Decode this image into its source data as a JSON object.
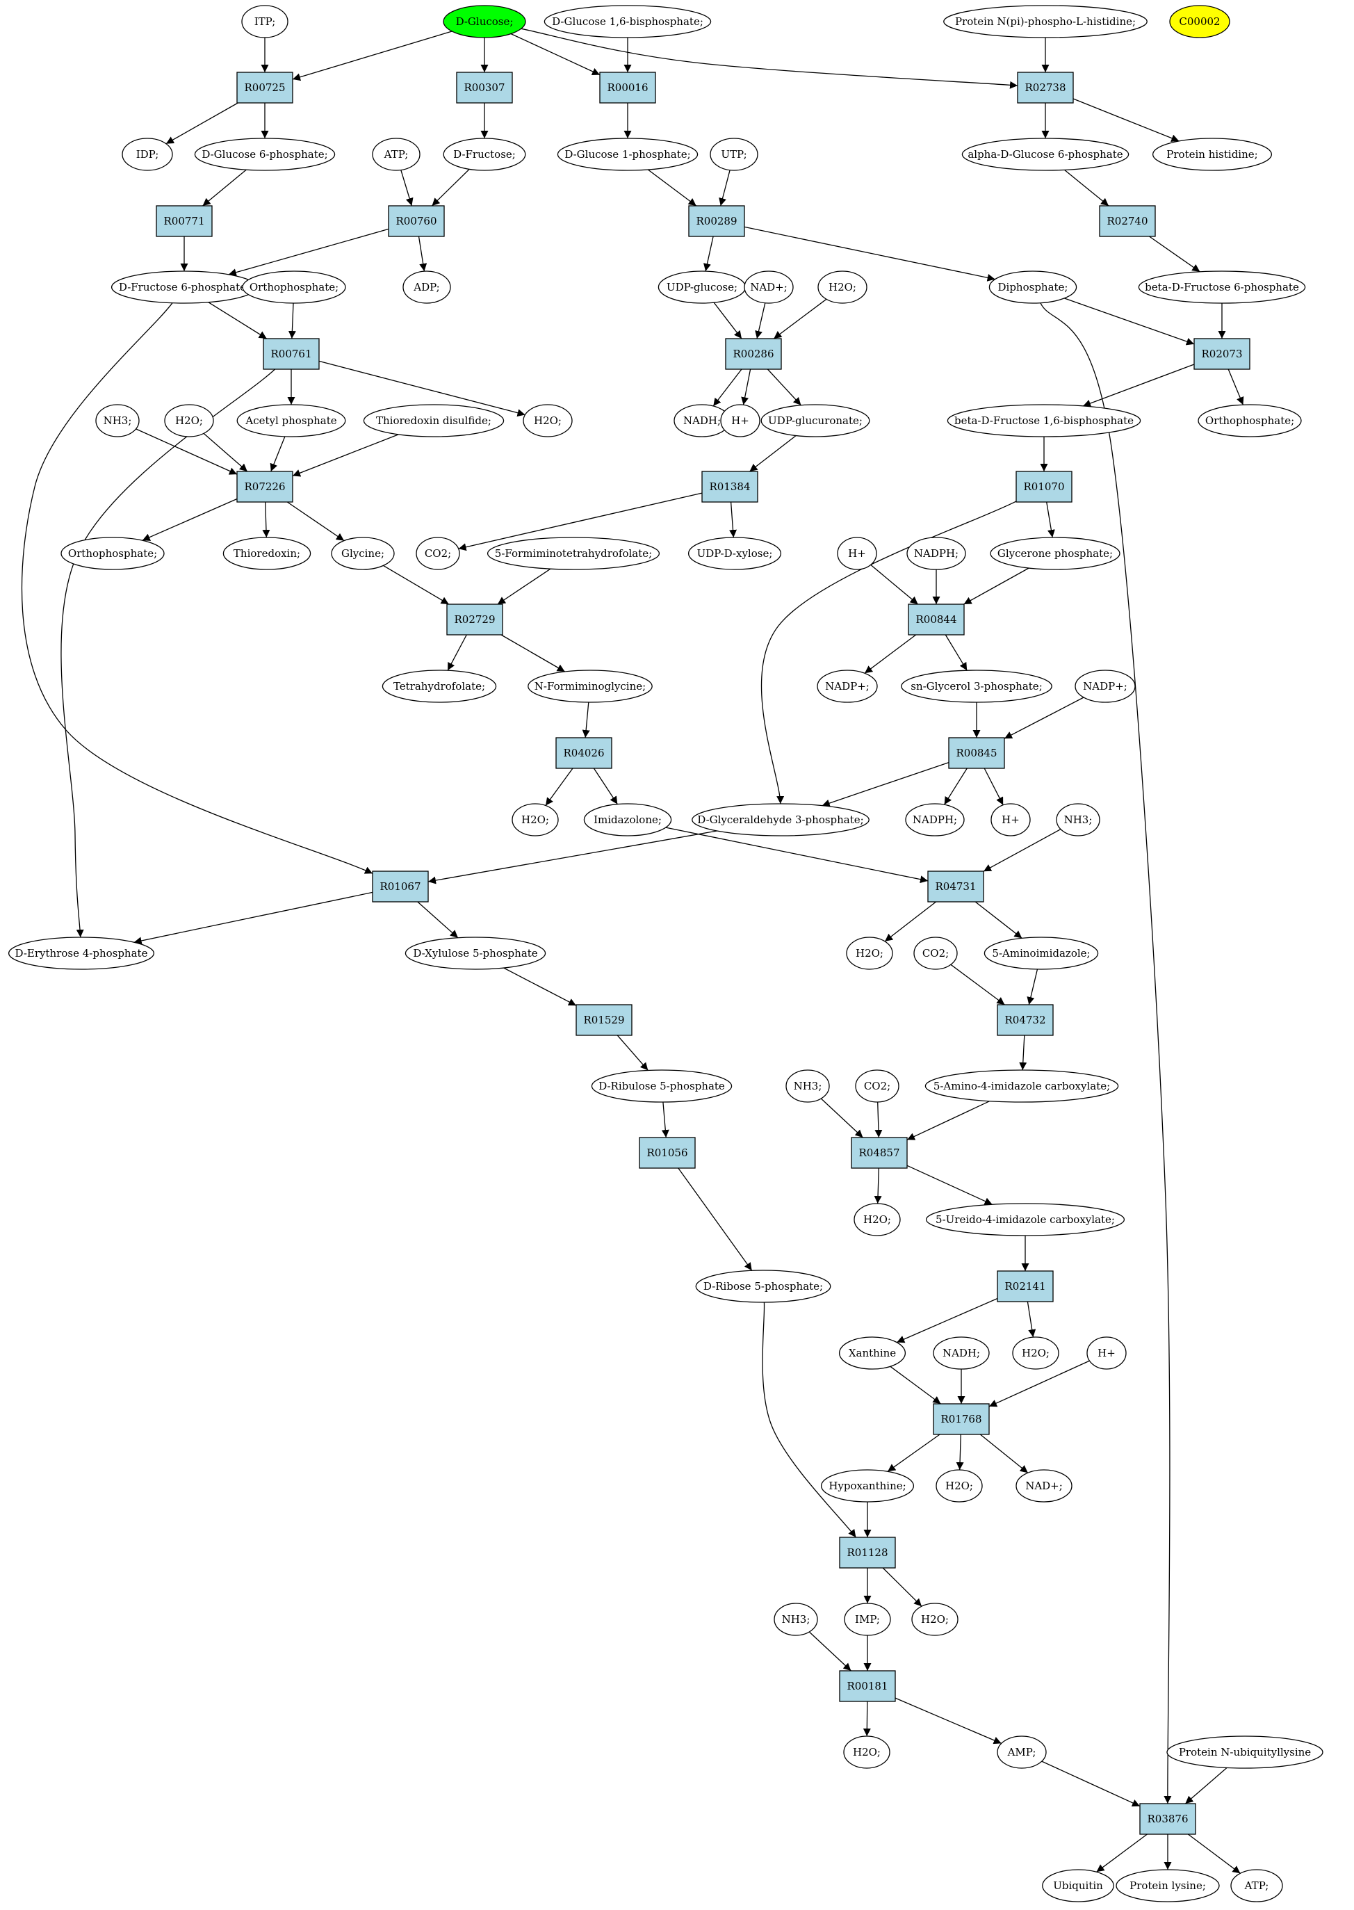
{
  "colors": {
    "reaction_fill": "#add8e6",
    "compound_fill": "#ffffff",
    "highlight_green": "#00ff00",
    "highlight_yellow": "#ffff00",
    "stroke": "#000000"
  },
  "nodes": {
    "itp": {
      "label": "ITP;",
      "kind": "compound"
    },
    "dglucose": {
      "label": "D-Glucose;",
      "kind": "compound",
      "fill": "highlight_green"
    },
    "dg16bp": {
      "label": "D-Glucose 1,6-bisphosphate;",
      "kind": "compound"
    },
    "protnpi": {
      "label": "Protein N(pi)-phospho-L-histidine;",
      "kind": "compound"
    },
    "c00002": {
      "label": "C00002",
      "kind": "compound",
      "fill": "highlight_yellow"
    },
    "r00725": {
      "label": "R00725",
      "kind": "reaction"
    },
    "r00307": {
      "label": "R00307",
      "kind": "reaction"
    },
    "r00016": {
      "label": "R00016",
      "kind": "reaction"
    },
    "r02738": {
      "label": "R02738",
      "kind": "reaction"
    },
    "idp": {
      "label": "IDP;",
      "kind": "compound"
    },
    "dg6p": {
      "label": "D-Glucose 6-phosphate;",
      "kind": "compound"
    },
    "atp1": {
      "label": "ATP;",
      "kind": "compound"
    },
    "dfru": {
      "label": "D-Fructose;",
      "kind": "compound"
    },
    "dg1p": {
      "label": "D-Glucose 1-phosphate;",
      "kind": "compound"
    },
    "utp": {
      "label": "UTP;",
      "kind": "compound"
    },
    "adg6p": {
      "label": "alpha-D-Glucose 6-phosphate",
      "kind": "compound"
    },
    "prothis": {
      "label": "Protein histidine;",
      "kind": "compound"
    },
    "r00771": {
      "label": "R00771",
      "kind": "reaction"
    },
    "r00760": {
      "label": "R00760",
      "kind": "reaction"
    },
    "r00289": {
      "label": "R00289",
      "kind": "reaction"
    },
    "r02740": {
      "label": "R02740",
      "kind": "reaction"
    },
    "df6p": {
      "label": "D-Fructose 6-phosphate;",
      "kind": "compound"
    },
    "ortho1": {
      "label": "Orthophosphate;",
      "kind": "compound"
    },
    "adp": {
      "label": "ADP;",
      "kind": "compound"
    },
    "udpglc": {
      "label": "UDP-glucose;",
      "kind": "compound"
    },
    "nadp1": {
      "label": "NAD+;",
      "kind": "compound"
    },
    "h2o1": {
      "label": "H2O;",
      "kind": "compound"
    },
    "diphos": {
      "label": "Diphosphate;",
      "kind": "compound"
    },
    "bdf6p": {
      "label": "beta-D-Fructose 6-phosphate",
      "kind": "compound"
    },
    "r00761": {
      "label": "R00761",
      "kind": "reaction"
    },
    "r00286": {
      "label": "R00286",
      "kind": "reaction"
    },
    "r02073": {
      "label": "R02073",
      "kind": "reaction"
    },
    "nh3a": {
      "label": "NH3;",
      "kind": "compound"
    },
    "h2o2": {
      "label": "H2O;",
      "kind": "compound"
    },
    "acetylp": {
      "label": "Acetyl phosphate",
      "kind": "compound"
    },
    "thiodis": {
      "label": "Thioredoxin disulfide;",
      "kind": "compound"
    },
    "h2o3": {
      "label": "H2O;",
      "kind": "compound"
    },
    "nadh1": {
      "label": "NADH;",
      "kind": "compound"
    },
    "hplus1": {
      "label": "H+",
      "kind": "compound"
    },
    "udpgluc": {
      "label": "UDP-glucuronate;",
      "kind": "compound"
    },
    "bdf16bp": {
      "label": "beta-D-Fructose 1,6-bisphosphate",
      "kind": "compound"
    },
    "ortho2": {
      "label": "Orthophosphate;",
      "kind": "compound"
    },
    "r07226": {
      "label": "R07226",
      "kind": "reaction"
    },
    "r01384": {
      "label": "R01384",
      "kind": "reaction"
    },
    "r01070": {
      "label": "R01070",
      "kind": "reaction"
    },
    "ortho3": {
      "label": "Orthophosphate;",
      "kind": "compound"
    },
    "thiored": {
      "label": "Thioredoxin;",
      "kind": "compound"
    },
    "glycine": {
      "label": "Glycine;",
      "kind": "compound"
    },
    "co2a": {
      "label": "CO2;",
      "kind": "compound"
    },
    "formthf": {
      "label": "5-Formiminotetrahydrofolate;",
      "kind": "compound"
    },
    "udpxyl": {
      "label": "UDP-D-xylose;",
      "kind": "compound"
    },
    "hplus2": {
      "label": "H+",
      "kind": "compound"
    },
    "nadph1": {
      "label": "NADPH;",
      "kind": "compound"
    },
    "glycp": {
      "label": "Glycerone phosphate;",
      "kind": "compound"
    },
    "r02729": {
      "label": "R02729",
      "kind": "reaction"
    },
    "r00844": {
      "label": "R00844",
      "kind": "reaction"
    },
    "thf": {
      "label": "Tetrahydrofolate;",
      "kind": "compound"
    },
    "nformgly": {
      "label": "N-Formiminoglycine;",
      "kind": "compound"
    },
    "nadpplus1": {
      "label": "NADP+;",
      "kind": "compound"
    },
    "snglyc3p": {
      "label": "sn-Glycerol 3-phosphate;",
      "kind": "compound"
    },
    "nadpplus2": {
      "label": "NADP+;",
      "kind": "compound"
    },
    "r04026": {
      "label": "R04026",
      "kind": "reaction"
    },
    "r00845": {
      "label": "R00845",
      "kind": "reaction"
    },
    "h2o4": {
      "label": "H2O;",
      "kind": "compound"
    },
    "imidaz": {
      "label": "Imidazolone;",
      "kind": "compound"
    },
    "dga3p": {
      "label": "D-Glyceraldehyde 3-phosphate;",
      "kind": "compound"
    },
    "nadph2": {
      "label": "NADPH;",
      "kind": "compound"
    },
    "hplus3": {
      "label": "H+",
      "kind": "compound"
    },
    "nh3b": {
      "label": "NH3;",
      "kind": "compound"
    },
    "r01067": {
      "label": "R01067",
      "kind": "reaction"
    },
    "r04731": {
      "label": "R04731",
      "kind": "reaction"
    },
    "de4p": {
      "label": "D-Erythrose 4-phosphate",
      "kind": "compound"
    },
    "dxyl5p": {
      "label": "D-Xylulose 5-phosphate",
      "kind": "compound"
    },
    "h2o5": {
      "label": "H2O;",
      "kind": "compound"
    },
    "co2b": {
      "label": "CO2;",
      "kind": "compound"
    },
    "aminoimid": {
      "label": "5-Aminoimidazole;",
      "kind": "compound"
    },
    "r01529": {
      "label": "R01529",
      "kind": "reaction"
    },
    "r04732": {
      "label": "R04732",
      "kind": "reaction"
    },
    "dribu5p": {
      "label": "D-Ribulose 5-phosphate",
      "kind": "compound"
    },
    "nh3c": {
      "label": "NH3;",
      "kind": "compound"
    },
    "co2c": {
      "label": "CO2;",
      "kind": "compound"
    },
    "aicarb": {
      "label": "5-Amino-4-imidazole carboxylate;",
      "kind": "compound"
    },
    "r01056": {
      "label": "R01056",
      "kind": "reaction"
    },
    "r04857": {
      "label": "R04857",
      "kind": "reaction"
    },
    "h2o6": {
      "label": "H2O;",
      "kind": "compound"
    },
    "uicarb": {
      "label": "5-Ureido-4-imidazole carboxylate;",
      "kind": "compound"
    },
    "drib5p": {
      "label": "D-Ribose 5-phosphate;",
      "kind": "compound"
    },
    "r02141": {
      "label": "R02141",
      "kind": "reaction"
    },
    "xanthine": {
      "label": "Xanthine",
      "kind": "compound"
    },
    "nadh2": {
      "label": "NADH;",
      "kind": "compound"
    },
    "h2o7": {
      "label": "H2O;",
      "kind": "compound"
    },
    "hplus4": {
      "label": "H+",
      "kind": "compound"
    },
    "r01768": {
      "label": "R01768",
      "kind": "reaction"
    },
    "hypox": {
      "label": "Hypoxanthine;",
      "kind": "compound"
    },
    "h2o8": {
      "label": "H2O;",
      "kind": "compound"
    },
    "nadplus2": {
      "label": "NAD+;",
      "kind": "compound"
    },
    "r01128": {
      "label": "R01128",
      "kind": "reaction"
    },
    "nh3d": {
      "label": "NH3;",
      "kind": "compound"
    },
    "imp": {
      "label": "IMP;",
      "kind": "compound"
    },
    "h2o9": {
      "label": "H2O;",
      "kind": "compound"
    },
    "r00181": {
      "label": "R00181",
      "kind": "reaction"
    },
    "h2o10": {
      "label": "H2O;",
      "kind": "compound"
    },
    "amp": {
      "label": "AMP;",
      "kind": "compound"
    },
    "protnub": {
      "label": "Protein N-ubiquityllysine",
      "kind": "compound"
    },
    "r03876": {
      "label": "R03876",
      "kind": "reaction"
    },
    "ubiq": {
      "label": "Ubiquitin",
      "kind": "compound"
    },
    "protlys": {
      "label": "Protein lysine;",
      "kind": "compound"
    },
    "atp2": {
      "label": "ATP;",
      "kind": "compound"
    }
  },
  "edges": [
    [
      "itp",
      "r00725"
    ],
    [
      "dglucose",
      "r00725"
    ],
    [
      "dglucose",
      "r00307"
    ],
    [
      "dglucose",
      "r00016"
    ],
    [
      "dglucose",
      "r02738"
    ],
    [
      "dg16bp",
      "r00016"
    ],
    [
      "protnpi",
      "r02738"
    ],
    [
      "r00725",
      "idp"
    ],
    [
      "r00725",
      "dg6p"
    ],
    [
      "r00307",
      "dfru"
    ],
    [
      "r00016",
      "dg1p"
    ],
    [
      "r02738",
      "adg6p"
    ],
    [
      "r02738",
      "prothis"
    ],
    [
      "dg6p",
      "r00771"
    ],
    [
      "atp1",
      "r00760"
    ],
    [
      "dfru",
      "r00760"
    ],
    [
      "dg1p",
      "r00289"
    ],
    [
      "utp",
      "r00289"
    ],
    [
      "adg6p",
      "r02740"
    ],
    [
      "r00771",
      "df6p"
    ],
    [
      "r00760",
      "df6p"
    ],
    [
      "r00760",
      "adp"
    ],
    [
      "r00289",
      "udpglc"
    ],
    [
      "r00289",
      "diphos"
    ],
    [
      "r02740",
      "bdf6p"
    ],
    [
      "df6p",
      "r00761"
    ],
    [
      "ortho1",
      "r00761"
    ],
    [
      "udpglc",
      "r00286"
    ],
    [
      "nadp1",
      "r00286"
    ],
    [
      "h2o1",
      "r00286"
    ],
    [
      "diphos",
      "r02073"
    ],
    [
      "bdf6p",
      "r02073"
    ],
    [
      "r00761",
      "acetylp"
    ],
    [
      "r00761",
      "h2o3"
    ],
    [
      "r00286",
      "nadh1"
    ],
    [
      "r00286",
      "hplus1"
    ],
    [
      "r00286",
      "udpgluc"
    ],
    [
      "r02073",
      "bdf16bp"
    ],
    [
      "r02073",
      "ortho2"
    ],
    [
      "nh3a",
      "r07226"
    ],
    [
      "h2o2",
      "r07226"
    ],
    [
      "acetylp",
      "r07226"
    ],
    [
      "thiodis",
      "r07226"
    ],
    [
      "udpgluc",
      "r01384"
    ],
    [
      "bdf16bp",
      "r01070"
    ],
    [
      "r07226",
      "ortho3"
    ],
    [
      "r07226",
      "thiored"
    ],
    [
      "r07226",
      "glycine"
    ],
    [
      "r01384",
      "co2a"
    ],
    [
      "r01384",
      "udpxyl"
    ],
    [
      "r01070",
      "glycp"
    ],
    [
      "glycine",
      "r02729"
    ],
    [
      "formthf",
      "r02729"
    ],
    [
      "hplus2",
      "r00844"
    ],
    [
      "nadph1",
      "r00844"
    ],
    [
      "glycp",
      "r00844"
    ],
    [
      "r02729",
      "thf"
    ],
    [
      "r02729",
      "nformgly"
    ],
    [
      "r00844",
      "nadpplus1"
    ],
    [
      "r00844",
      "snglyc3p"
    ],
    [
      "nformgly",
      "r04026"
    ],
    [
      "snglyc3p",
      "r00845"
    ],
    [
      "nadpplus2",
      "r00845"
    ],
    [
      "r04026",
      "h2o4"
    ],
    [
      "r04026",
      "imidaz"
    ],
    [
      "r00845",
      "dga3p"
    ],
    [
      "r00845",
      "nadph2"
    ],
    [
      "r00845",
      "hplus3"
    ],
    [
      "dga3p",
      "r01067"
    ],
    [
      "imidaz",
      "r04731"
    ],
    [
      "nh3b",
      "r04731"
    ],
    [
      "r01067",
      "de4p"
    ],
    [
      "r01067",
      "dxyl5p"
    ],
    [
      "r04731",
      "h2o5"
    ],
    [
      "r04731",
      "aminoimid"
    ],
    [
      "dxyl5p",
      "r01529"
    ],
    [
      "co2b",
      "r04732"
    ],
    [
      "aminoimid",
      "r04732"
    ],
    [
      "r01529",
      "dribu5p"
    ],
    [
      "r04732",
      "aicarb"
    ],
    [
      "dribu5p",
      "r01056"
    ],
    [
      "nh3c",
      "r04857"
    ],
    [
      "co2c",
      "r04857"
    ],
    [
      "aicarb",
      "r04857"
    ],
    [
      "r04857",
      "h2o6"
    ],
    [
      "r04857",
      "uicarb"
    ],
    [
      "r01056",
      "drib5p"
    ],
    [
      "uicarb",
      "r02141"
    ],
    [
      "r02141",
      "xanthine"
    ],
    [
      "r02141",
      "h2o7"
    ],
    [
      "xanthine",
      "r01768"
    ],
    [
      "nadh2",
      "r01768"
    ],
    [
      "hplus4",
      "r01768"
    ],
    [
      "r01768",
      "hypox"
    ],
    [
      "r01768",
      "h2o8"
    ],
    [
      "r01768",
      "nadplus2"
    ],
    [
      "hypox",
      "r01128"
    ],
    [
      "drib5p",
      "r01128"
    ],
    [
      "r01128",
      "imp"
    ],
    [
      "r01128",
      "h2o9"
    ],
    [
      "nh3d",
      "r00181"
    ],
    [
      "imp",
      "r00181"
    ],
    [
      "r00181",
      "h2o10"
    ],
    [
      "r00181",
      "amp"
    ],
    [
      "amp",
      "r03876"
    ],
    [
      "protnub",
      "r03876"
    ],
    [
      "diphos",
      "r03876"
    ],
    [
      "r03876",
      "ubiq"
    ],
    [
      "r03876",
      "protlys"
    ],
    [
      "r03876",
      "atp2"
    ],
    [
      "df6p",
      "r01067"
    ],
    [
      "r00761",
      "de4p"
    ],
    [
      "r01070",
      "dga3p"
    ]
  ]
}
